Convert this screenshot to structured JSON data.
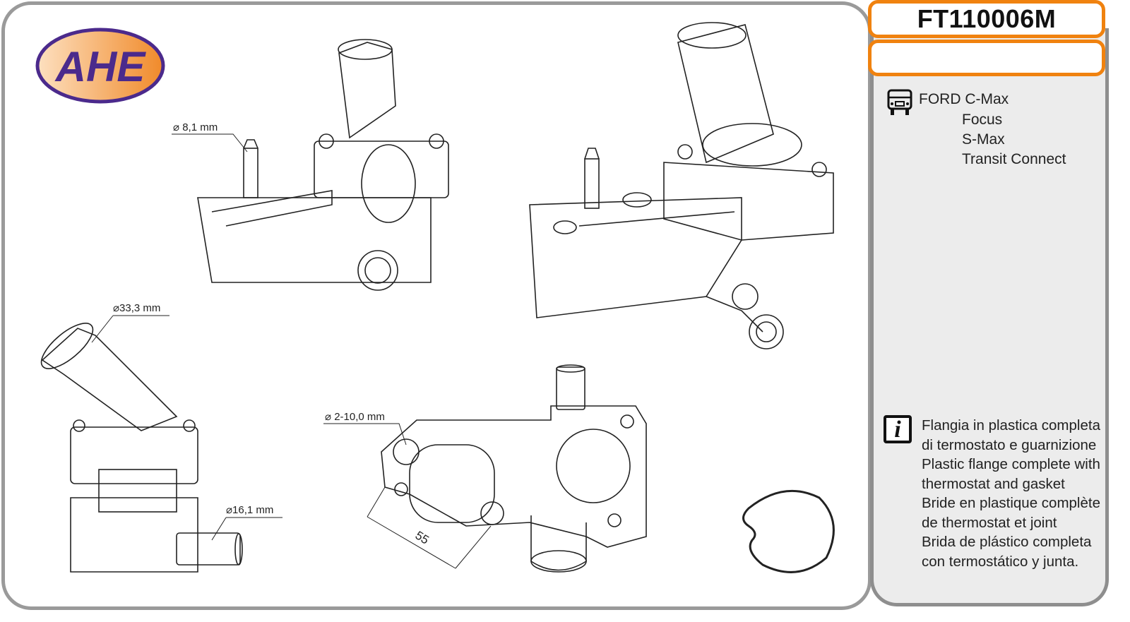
{
  "logo": {
    "text": "AHE",
    "colors": {
      "ring": "#4b2a8c",
      "fill": "#f5a04a",
      "letters": "#4b2a8c"
    }
  },
  "product": {
    "code": "FT110006M",
    "secondary_code": ""
  },
  "vehicles": {
    "icon": "truck-front-icon",
    "make_line": "FORD C-Max",
    "models": [
      "Focus",
      "S-Max",
      "Transit Connect"
    ]
  },
  "info": {
    "icon": "info-icon",
    "icon_glyph": "i",
    "lines": [
      "Flangia in plastica completa",
      "di termostato e guarnizione",
      "Plastic flange complete with",
      "thermostat and gasket",
      "Bride en plastique complète",
      "de thermostat et joint",
      "Brida de plástico completa",
      "con termostático y junta."
    ]
  },
  "dimensions": {
    "d1": "⌀ 8,1 mm",
    "d2": "⌀33,3 mm",
    "d3": "⌀16,1 mm",
    "d4": "⌀ 2-10,0 mm",
    "d5": "55"
  },
  "colors": {
    "accent": "#f0820f",
    "border": "#9a9a9a",
    "panel": "#ececec"
  }
}
